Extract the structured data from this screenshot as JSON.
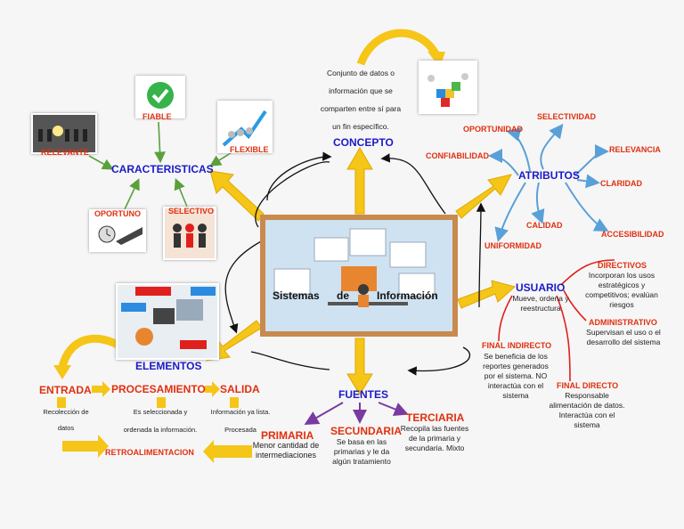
{
  "center": {
    "w1": "Sistemas",
    "w2": "de",
    "w3": "Información"
  },
  "concepto": {
    "title": "CONCEPTO",
    "lines": [
      "Conjunto de datos o",
      "información que se",
      "comparten entre sí para",
      "un fin específico."
    ]
  },
  "caracteristicas": {
    "title": "CARACTERISTICAS",
    "items": [
      "FIABLE",
      "RELEVANTE",
      "FLEXIBLE",
      "OPORTUNO",
      "SELECTIVO"
    ]
  },
  "atributos": {
    "title": "ATRIBUTOS",
    "items": [
      "SELECTIVIDAD",
      "OPORTUNIDAD",
      "CONFIABILIDAD",
      "RELEVANCIA",
      "CLARIDAD",
      "CALIDAD",
      "UNIFORMIDAD",
      "ACCESIBILIDAD"
    ]
  },
  "usuario": {
    "title": "USUARIO",
    "desc": "Mueve, ordena y reestructura",
    "directivos": {
      "title": "DIRECTIVOS",
      "desc": "Incorporan los usos estratégicos y competitivos; evalúan riesgos"
    },
    "administrativo": {
      "title": "ADMINISTRATIVO",
      "desc": "Supervisan el uso o el desarrollo del sistema"
    },
    "final_indirecto": {
      "title": "FINAL INDIRECTO",
      "desc": "Se beneficia de los reportes generados por el sistema. NO interactúa con el sistema"
    },
    "final_directo": {
      "title": "FINAL DIRECTO",
      "desc": "Responsable alimentación de datos. Interactúa con el sistema"
    }
  },
  "fuentes": {
    "title": "FUENTES",
    "primaria": {
      "title": "PRIMARIA",
      "desc": "Menor cantidad de intermediaciones"
    },
    "secundaria": {
      "title": "SECUNDARIA",
      "desc": "Se basa en las primarias y le da algún tratamiento"
    },
    "terciaria": {
      "title": "TERCIARIA",
      "desc": "Recopila las fuentes de la primaria y secundaria. Mixto"
    }
  },
  "elementos": {
    "title": "ELEMENTOS",
    "entrada": {
      "title": "ENTRADA",
      "desc1": "Recolección de",
      "desc2": "datos"
    },
    "procesamiento": {
      "title": "PROCESAMIENTO",
      "desc1": "Es seleccionada y",
      "desc2": "ordenada la información."
    },
    "salida": {
      "title": "SALIDA",
      "desc1": "Información ya lista.",
      "desc2": "Procesada"
    },
    "retro": "RETROALIMENTACION"
  },
  "colors": {
    "arrow": "#f5c518",
    "title_blue": "#1a1ac8",
    "label_red": "#e03010",
    "frame": "#c98a4e",
    "link_green": "#5aa03c",
    "link_blue": "#5aa0d8",
    "link_red": "#e0201c",
    "link_purple": "#7a3aa0"
  }
}
